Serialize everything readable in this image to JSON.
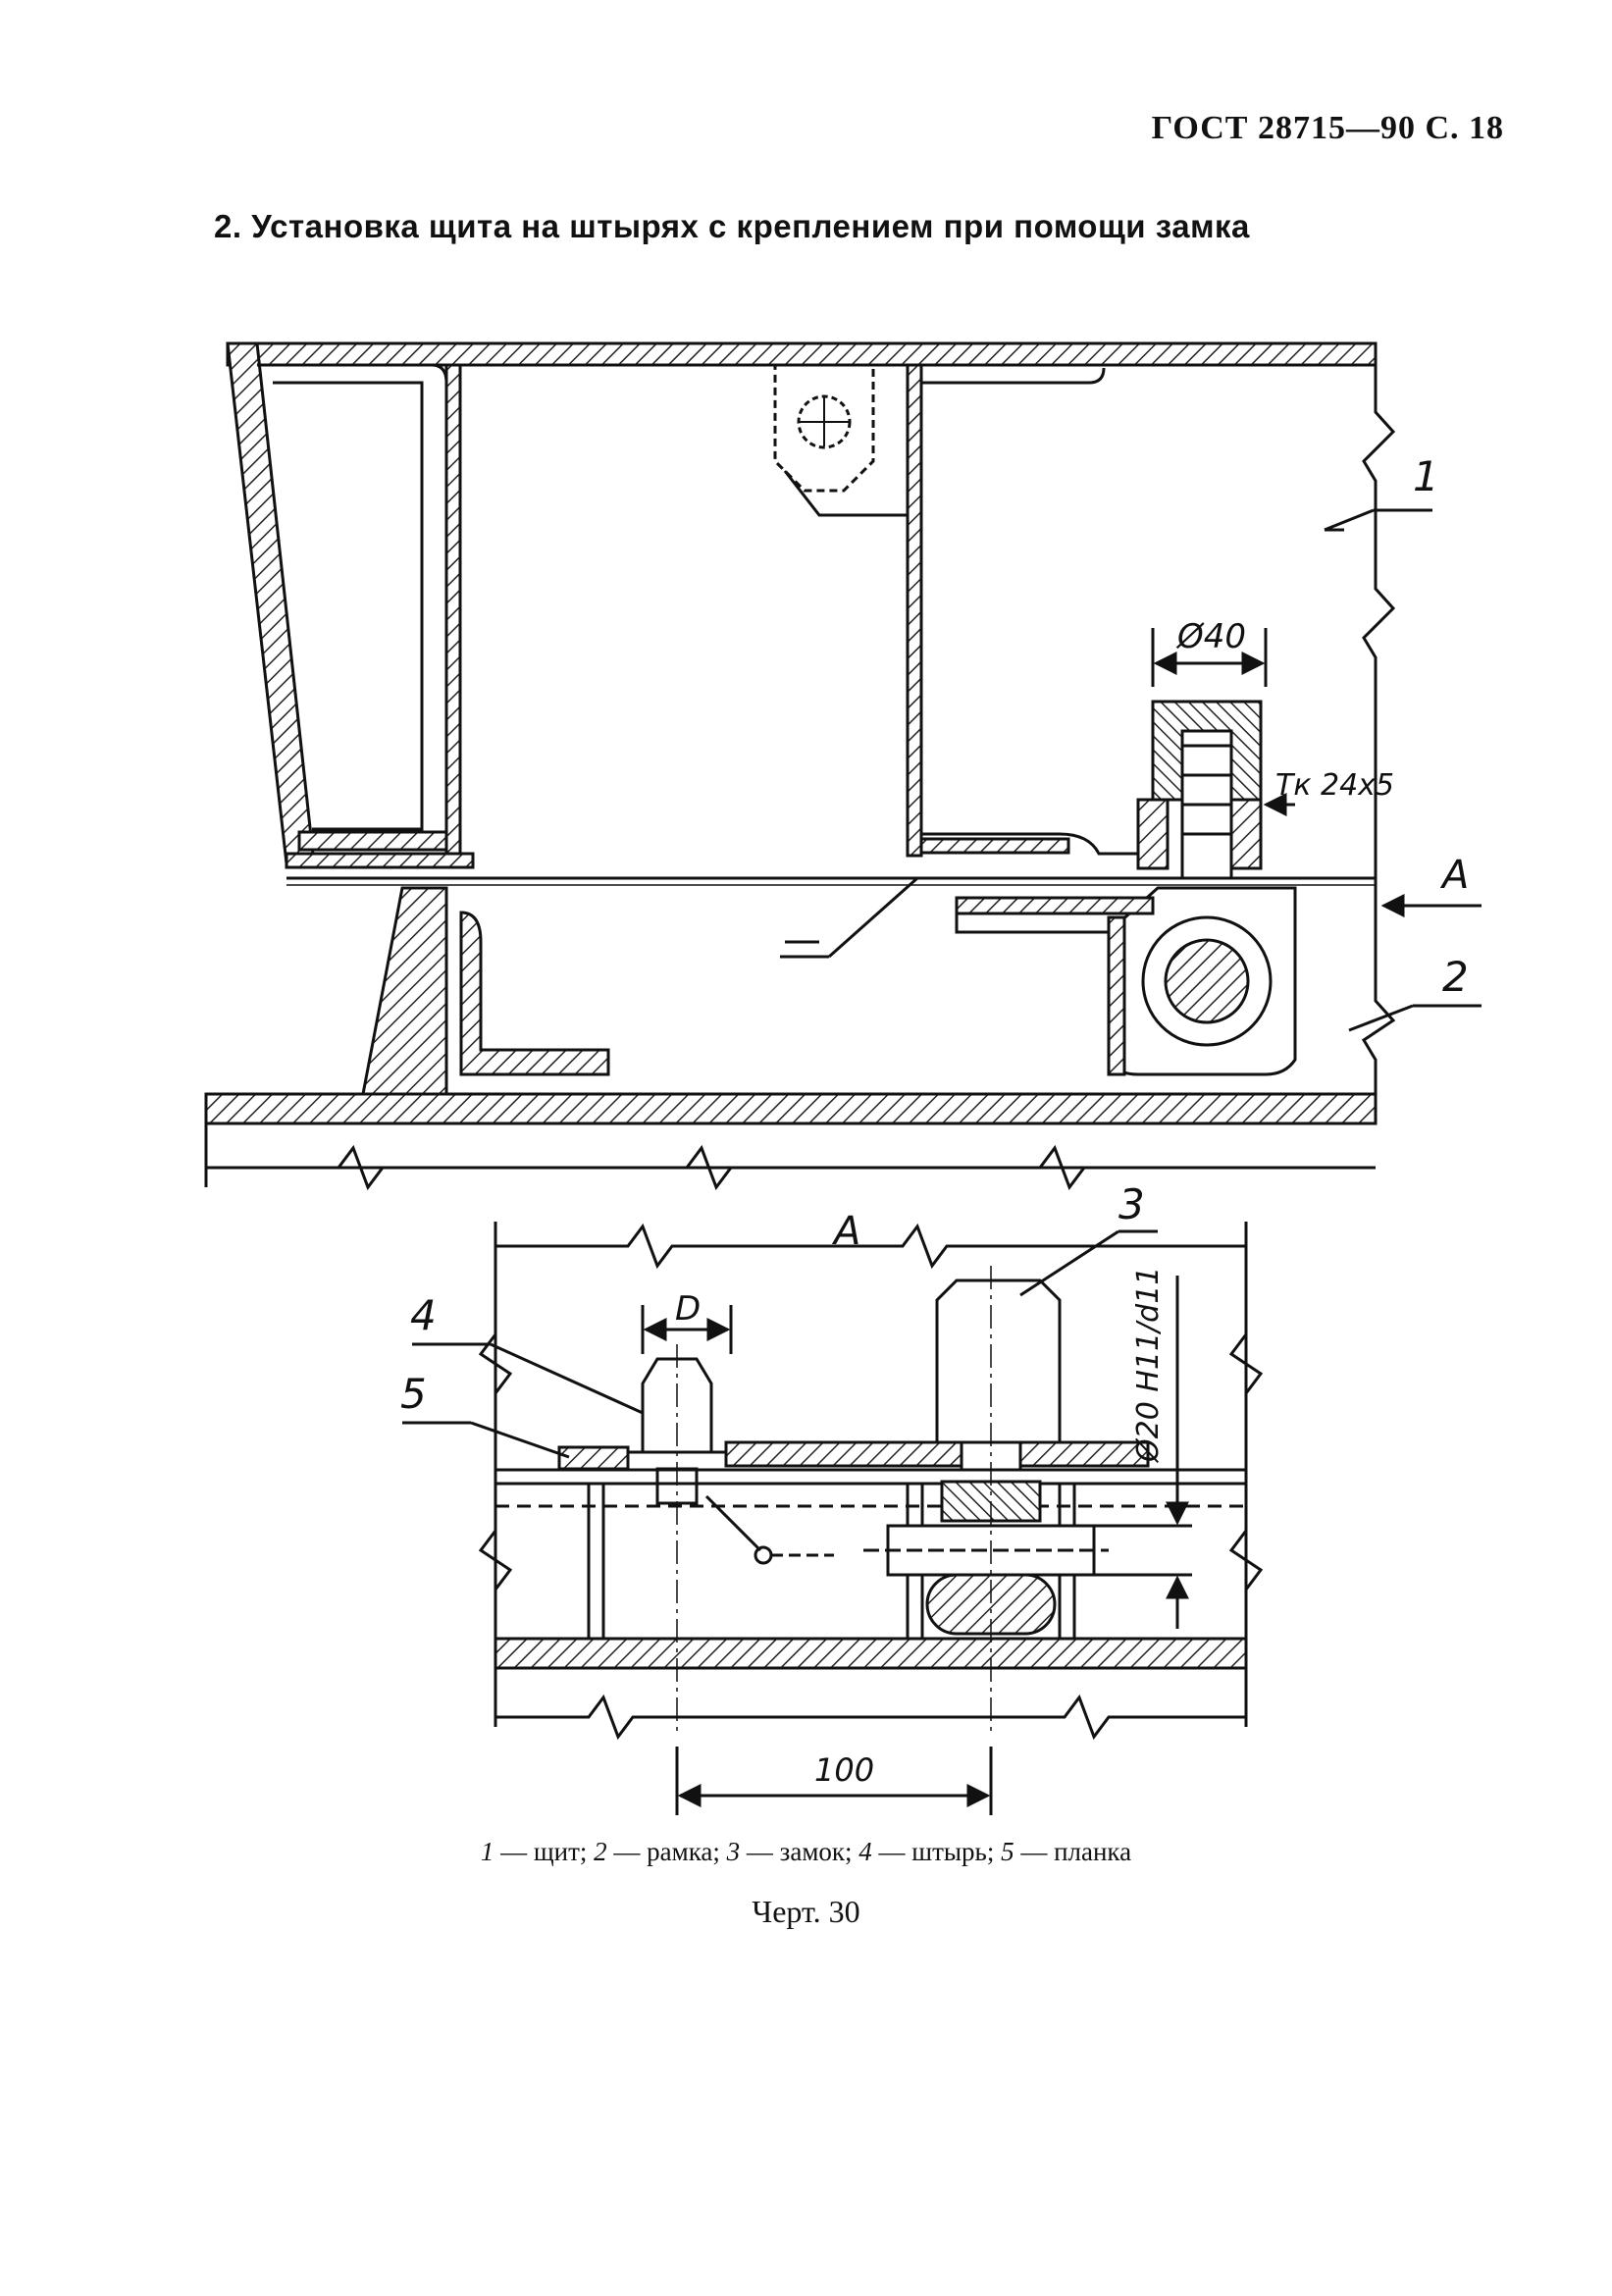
{
  "header": {
    "text": "ГОСТ 28715—90 С. 18"
  },
  "section": {
    "heading": "2. Установка щита на штырях с креплением при помощи замка"
  },
  "drawing": {
    "labels": {
      "part1": "1",
      "part2": "2",
      "part3": "3",
      "part4": "4",
      "part5": "5",
      "view_arrow": "A",
      "view_title": "A",
      "dia40": "Ø40",
      "thread": "Тк 24х5",
      "dim_d": "D",
      "fit": "Ø20 H11/d11",
      "dim100": "100"
    }
  },
  "caption": {
    "items": [
      {
        "num": "1",
        "text": "— щит;"
      },
      {
        "num": "2",
        "text": "— рамка;"
      },
      {
        "num": "3",
        "text": "— замок;"
      },
      {
        "num": "4",
        "text": "— штырь;"
      },
      {
        "num": "5",
        "text": "— планка"
      }
    ],
    "figure": "Черт. 30"
  }
}
